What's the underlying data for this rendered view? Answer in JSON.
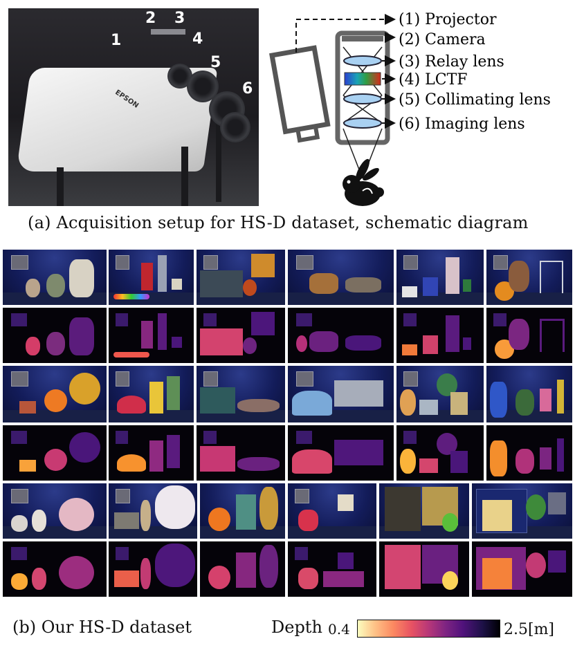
{
  "panel_a": {
    "photo_numbers": [
      "1",
      "2",
      "3",
      "4",
      "5",
      "6"
    ],
    "components": [
      "(1) Projector",
      "(2) Camera",
      "(3) Relay lens",
      "(4) LCTF",
      "(5) Collimating lens",
      "(6) Imaging lens"
    ],
    "photo_brand": "EPSON",
    "caption": "(a) Acquisition setup for HS-D dataset, schematic diagram"
  },
  "panel_b": {
    "caption": "(b) Our HS-D dataset",
    "depth_label": "Depth",
    "depth_min": "0.4",
    "depth_max": "2.5[m]",
    "colormap": [
      "#fcfdbf",
      "#fec287",
      "#fc8961",
      "#e75263",
      "#b73779",
      "#7e2482",
      "#51127c",
      "#1d1147",
      "#000004"
    ]
  }
}
